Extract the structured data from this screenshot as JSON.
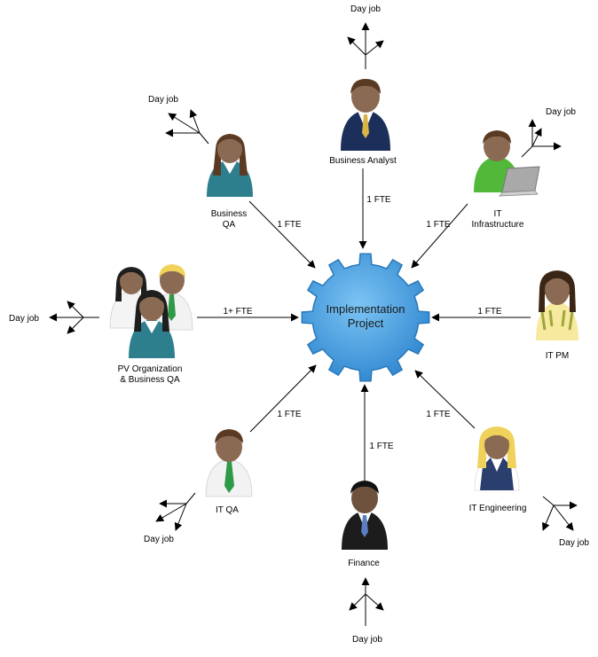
{
  "center": {
    "line1": "Implementation",
    "line2": "Project"
  },
  "roles": [
    {
      "id": "business-analyst",
      "lines": [
        "Business Analyst"
      ],
      "fte": "1 FTE",
      "day_job": "Day job"
    },
    {
      "id": "it-infrastructure",
      "lines": [
        "IT",
        "Infrastructure"
      ],
      "fte": "1 FTE",
      "day_job": "Day job"
    },
    {
      "id": "it-pm",
      "lines": [
        "IT PM"
      ],
      "fte": "1 FTE"
    },
    {
      "id": "it-engineering",
      "lines": [
        "IT Engineering"
      ],
      "fte": "1 FTE",
      "day_job": "Day job"
    },
    {
      "id": "finance",
      "lines": [
        "Finance"
      ],
      "fte": "1 FTE",
      "day_job": "Day job"
    },
    {
      "id": "it-qa",
      "lines": [
        "IT QA"
      ],
      "fte": "1 FTE",
      "day_job": "Day job"
    },
    {
      "id": "pv-organization",
      "lines": [
        "PV Organization",
        "& Business QA"
      ],
      "fte": "1+ FTE",
      "day_job": "Day job"
    },
    {
      "id": "business-qa",
      "lines": [
        "Business",
        "QA"
      ],
      "fte": "1 FTE",
      "day_job": "Day job"
    }
  ],
  "colors": {
    "gear_fill": "#4aa3e6",
    "gear_stroke": "#2b78b8",
    "arrow": "#000000",
    "skin": "#8a6a52",
    "hair_brown": "#5a3a22",
    "hair_black": "#1e1e1e",
    "hair_blonde": "#f0d25a",
    "shirt_teal": "#2e7f8e",
    "shirt_navy": "#1c2f5a",
    "shirt_green": "#52b83a",
    "shirt_white": "#f2f2f2",
    "shirt_black": "#1c1c1c",
    "shirt_yellow": "#f7e9a0",
    "tie_gold": "#d8b646",
    "tie_green": "#2e9a48"
  }
}
